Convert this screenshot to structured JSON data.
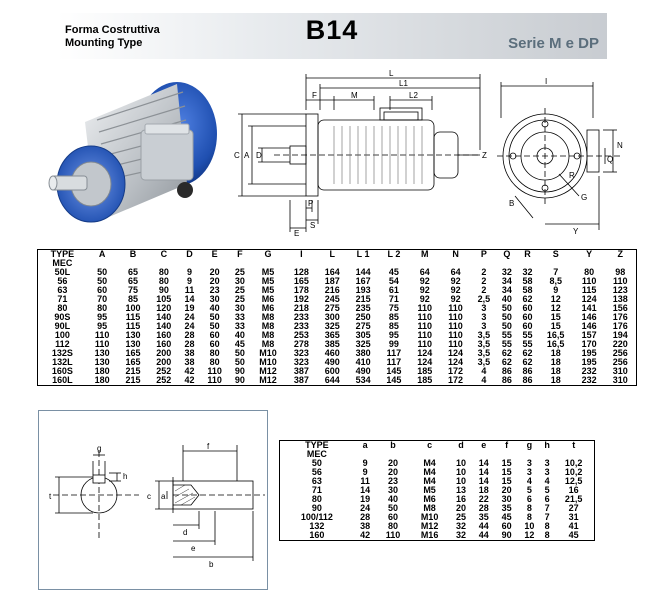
{
  "header": {
    "line1": "Forma Costruttiva",
    "line2": "Mounting Type",
    "title": "B14",
    "series": "Serie M e DP"
  },
  "side_labels": {
    "L": "L",
    "L1": "L1",
    "F": "F",
    "M": "M",
    "L2": "L2",
    "C": "C",
    "A": "A",
    "D": "D",
    "Z": "Z",
    "P": "P",
    "E": "E",
    "S": "S"
  },
  "front_labels": {
    "I": "I",
    "B": "B",
    "N": "N",
    "Q": "Q",
    "R": "R",
    "G": "G",
    "Y": "Y"
  },
  "shaft_labels": {
    "g": "g",
    "h": "h",
    "t": "t",
    "f": "f",
    "c": "c",
    "a": "a",
    "d": "d",
    "e": "e",
    "b": "b"
  },
  "main_table": {
    "header_top": [
      "TYPE",
      "A",
      "B",
      "C",
      "D",
      "E",
      "F",
      "G",
      "I",
      "L",
      "L 1",
      "L 2",
      "M",
      "N",
      "P",
      "Q",
      "R",
      "S",
      "Y",
      "Z"
    ],
    "header_sub": "MEC",
    "rows": [
      [
        "50L",
        "50",
        "65",
        "80",
        "9",
        "20",
        "25",
        "M5",
        "128",
        "164",
        "144",
        "45",
        "64",
        "64",
        "2",
        "32",
        "32",
        "7",
        "80",
        "98"
      ],
      [
        "56",
        "50",
        "65",
        "80",
        "9",
        "20",
        "30",
        "M5",
        "165",
        "187",
        "167",
        "54",
        "92",
        "92",
        "2",
        "34",
        "58",
        "8,5",
        "110",
        "110"
      ],
      [
        "63",
        "60",
        "75",
        "90",
        "11",
        "23",
        "25",
        "M5",
        "178",
        "216",
        "193",
        "61",
        "92",
        "92",
        "2",
        "34",
        "58",
        "9",
        "115",
        "123"
      ],
      [
        "71",
        "70",
        "85",
        "105",
        "14",
        "30",
        "25",
        "M6",
        "192",
        "245",
        "215",
        "71",
        "92",
        "92",
        "2,5",
        "40",
        "62",
        "12",
        "124",
        "138"
      ],
      [
        "80",
        "80",
        "100",
        "120",
        "19",
        "40",
        "30",
        "M6",
        "218",
        "275",
        "235",
        "75",
        "110",
        "110",
        "3",
        "50",
        "60",
        "12",
        "141",
        "156"
      ],
      [
        "90S",
        "95",
        "115",
        "140",
        "24",
        "50",
        "33",
        "M8",
        "233",
        "300",
        "250",
        "85",
        "110",
        "110",
        "3",
        "50",
        "60",
        "15",
        "146",
        "176"
      ],
      [
        "90L",
        "95",
        "115",
        "140",
        "24",
        "50",
        "33",
        "M8",
        "233",
        "325",
        "275",
        "85",
        "110",
        "110",
        "3",
        "50",
        "60",
        "15",
        "146",
        "176"
      ],
      [
        "100",
        "110",
        "130",
        "160",
        "28",
        "60",
        "40",
        "M8",
        "253",
        "365",
        "305",
        "95",
        "110",
        "110",
        "3,5",
        "55",
        "55",
        "16,5",
        "157",
        "194"
      ],
      [
        "112",
        "110",
        "130",
        "160",
        "28",
        "60",
        "45",
        "M8",
        "278",
        "385",
        "325",
        "99",
        "110",
        "110",
        "3,5",
        "55",
        "55",
        "16,5",
        "170",
        "220"
      ],
      [
        "132S",
        "130",
        "165",
        "200",
        "38",
        "80",
        "50",
        "M10",
        "323",
        "460",
        "380",
        "117",
        "124",
        "124",
        "3,5",
        "62",
        "62",
        "18",
        "195",
        "256"
      ],
      [
        "132L",
        "130",
        "165",
        "200",
        "38",
        "80",
        "50",
        "M10",
        "323",
        "490",
        "410",
        "117",
        "124",
        "124",
        "3,5",
        "62",
        "62",
        "18",
        "195",
        "256"
      ],
      [
        "160S",
        "180",
        "215",
        "252",
        "42",
        "110",
        "90",
        "M12",
        "387",
        "600",
        "490",
        "145",
        "185",
        "172",
        "4",
        "86",
        "86",
        "18",
        "232",
        "310"
      ],
      [
        "160L",
        "180",
        "215",
        "252",
        "42",
        "110",
        "90",
        "M12",
        "387",
        "644",
        "534",
        "145",
        "185",
        "172",
        "4",
        "86",
        "86",
        "18",
        "232",
        "310"
      ]
    ]
  },
  "shaft_table": {
    "header_top": [
      "TYPE",
      "a",
      "b",
      "c",
      "d",
      "e",
      "f",
      "g",
      "h",
      "t"
    ],
    "header_sub": "MEC",
    "rows": [
      [
        "50",
        "9",
        "20",
        "M4",
        "10",
        "14",
        "15",
        "3",
        "3",
        "10,2"
      ],
      [
        "56",
        "9",
        "20",
        "M4",
        "10",
        "14",
        "15",
        "3",
        "3",
        "10,2"
      ],
      [
        "63",
        "11",
        "23",
        "M4",
        "10",
        "14",
        "15",
        "4",
        "4",
        "12,5"
      ],
      [
        "71",
        "14",
        "30",
        "M5",
        "13",
        "18",
        "20",
        "5",
        "5",
        "16"
      ],
      [
        "80",
        "19",
        "40",
        "M6",
        "16",
        "22",
        "30",
        "6",
        "6",
        "21,5"
      ],
      [
        "90",
        "24",
        "50",
        "M8",
        "20",
        "28",
        "35",
        "8",
        "7",
        "27"
      ],
      [
        "100/112",
        "28",
        "60",
        "M10",
        "25",
        "35",
        "45",
        "8",
        "7",
        "31"
      ],
      [
        "132",
        "38",
        "80",
        "M12",
        "32",
        "44",
        "60",
        "10",
        "8",
        "41"
      ],
      [
        "160",
        "42",
        "110",
        "M16",
        "32",
        "44",
        "90",
        "12",
        "8",
        "45"
      ]
    ]
  },
  "colors": {
    "motor_blue": "#1f4fb0",
    "aluminium": "#b9bec3",
    "series_text": "#5b6e7c",
    "frame_border": "#7a90a4"
  }
}
